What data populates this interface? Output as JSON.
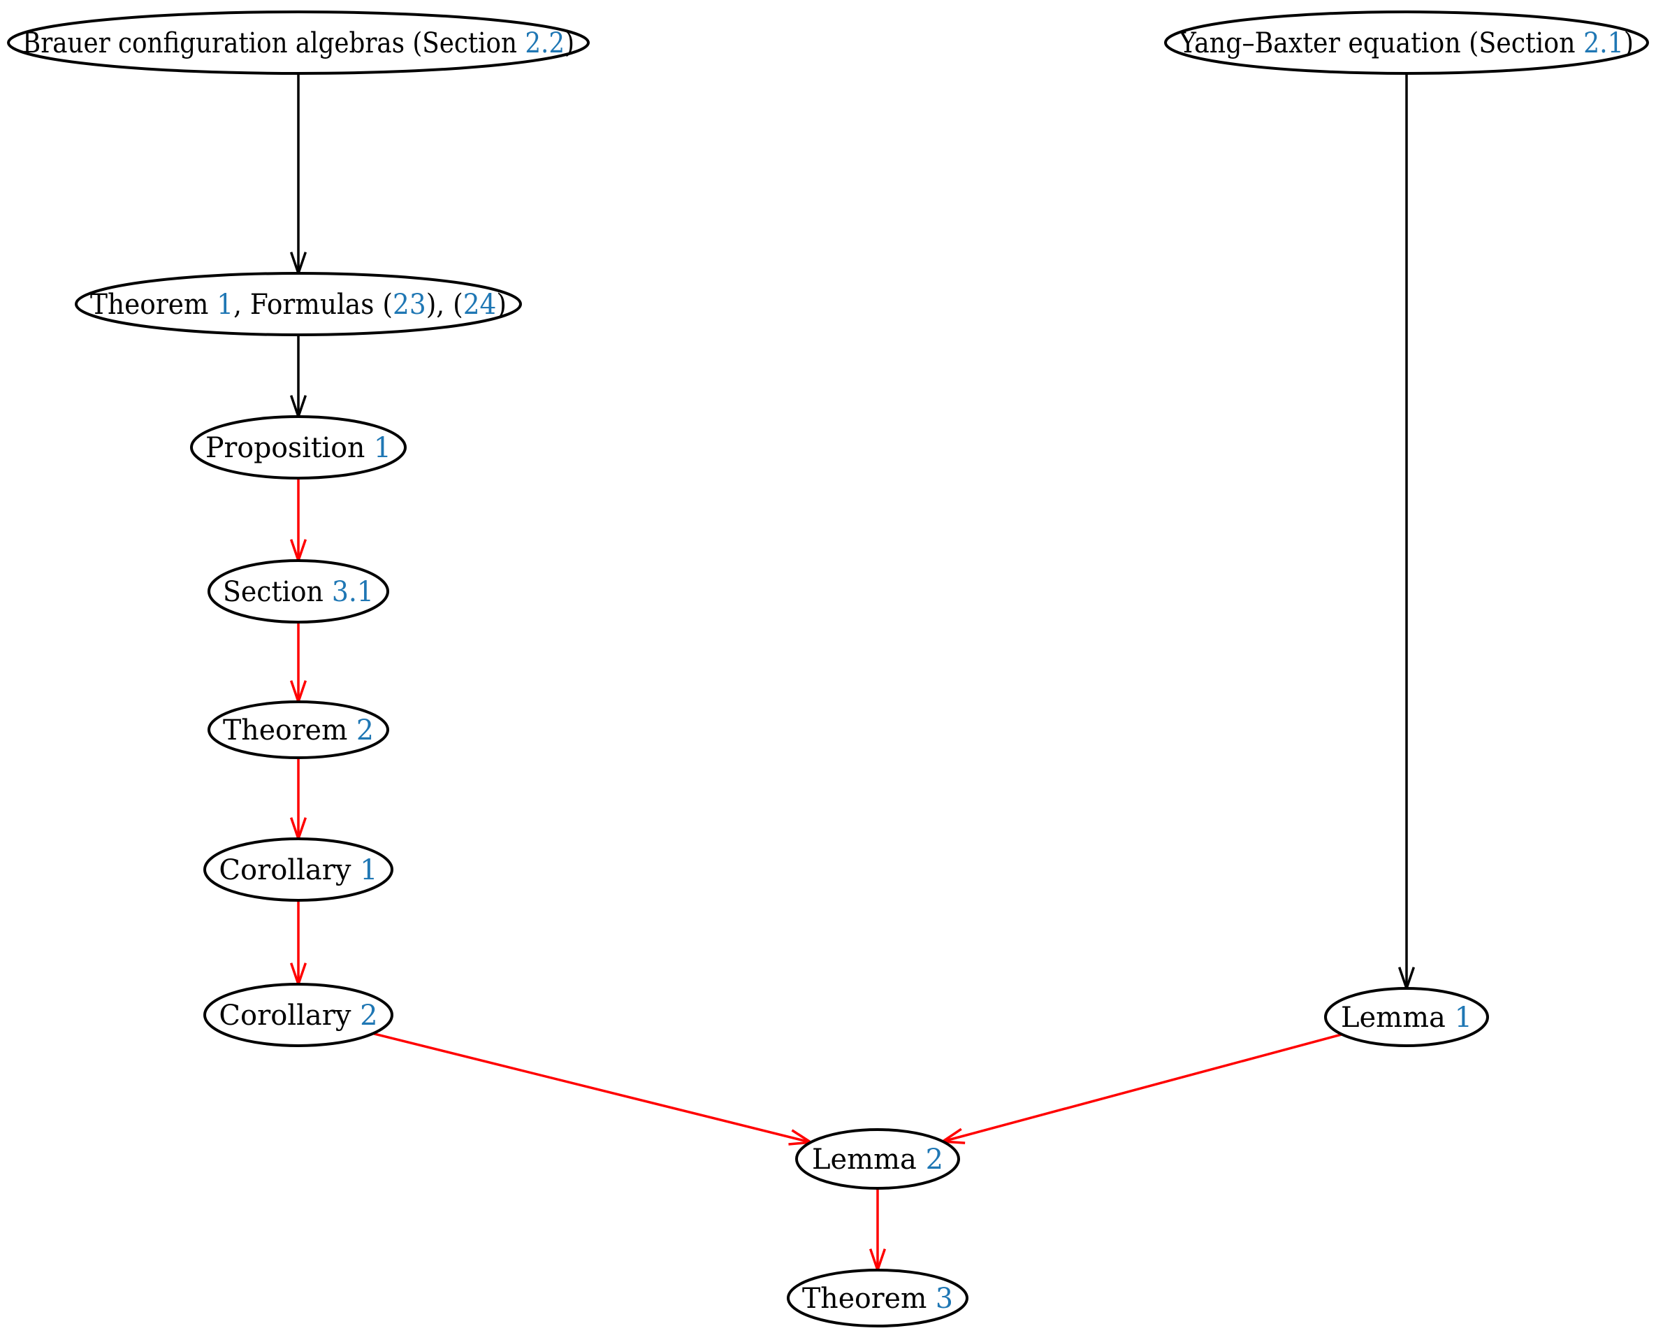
{
  "colors": {
    "edge_black": "#000000",
    "edge_red": "#ff0000",
    "reference_blue": "#1f77b4",
    "node_border": "#000000",
    "text": "#000000"
  },
  "nodes": [
    {
      "id": "brauer",
      "parts": [
        {
          "text": "Brauer configuration algebras (Section "
        },
        {
          "text": "2.2",
          "ref": true
        },
        {
          "text": ")"
        }
      ]
    },
    {
      "id": "yang",
      "parts": [
        {
          "text": "Yang–Baxter equation (Section "
        },
        {
          "text": "2.1",
          "ref": true
        },
        {
          "text": ")"
        }
      ]
    },
    {
      "id": "thm1",
      "parts": [
        {
          "text": "Theorem "
        },
        {
          "text": "1",
          "ref": true
        },
        {
          "text": ", Formulas ("
        },
        {
          "text": "23",
          "ref": true
        },
        {
          "text": "), ("
        },
        {
          "text": "24",
          "ref": true
        },
        {
          "text": ")"
        }
      ]
    },
    {
      "id": "prop1",
      "parts": [
        {
          "text": "Proposition "
        },
        {
          "text": "1",
          "ref": true
        }
      ]
    },
    {
      "id": "sec31",
      "parts": [
        {
          "text": "Section "
        },
        {
          "text": "3.1",
          "ref": true
        }
      ]
    },
    {
      "id": "thm2",
      "parts": [
        {
          "text": "Theorem "
        },
        {
          "text": "2",
          "ref": true
        }
      ]
    },
    {
      "id": "cor1",
      "parts": [
        {
          "text": "Corollary "
        },
        {
          "text": "1",
          "ref": true
        }
      ]
    },
    {
      "id": "cor2",
      "parts": [
        {
          "text": "Corollary "
        },
        {
          "text": "2",
          "ref": true
        }
      ]
    },
    {
      "id": "lem1",
      "parts": [
        {
          "text": "Lemma "
        },
        {
          "text": "1",
          "ref": true
        }
      ]
    },
    {
      "id": "lem2",
      "parts": [
        {
          "text": "Lemma "
        },
        {
          "text": "2",
          "ref": true
        }
      ]
    },
    {
      "id": "thm3",
      "parts": [
        {
          "text": "Theorem "
        },
        {
          "text": "3",
          "ref": true
        }
      ]
    }
  ],
  "edges": [
    {
      "from": "brauer",
      "to": "thm1",
      "color": "black"
    },
    {
      "from": "thm1",
      "to": "prop1",
      "color": "black"
    },
    {
      "from": "prop1",
      "to": "sec31",
      "color": "red"
    },
    {
      "from": "sec31",
      "to": "thm2",
      "color": "red"
    },
    {
      "from": "thm2",
      "to": "cor1",
      "color": "red"
    },
    {
      "from": "cor1",
      "to": "cor2",
      "color": "red"
    },
    {
      "from": "cor2",
      "to": "lem2",
      "color": "red"
    },
    {
      "from": "yang",
      "to": "lem1",
      "color": "black"
    },
    {
      "from": "lem1",
      "to": "lem2",
      "color": "red"
    },
    {
      "from": "lem2",
      "to": "thm3",
      "color": "red"
    }
  ]
}
